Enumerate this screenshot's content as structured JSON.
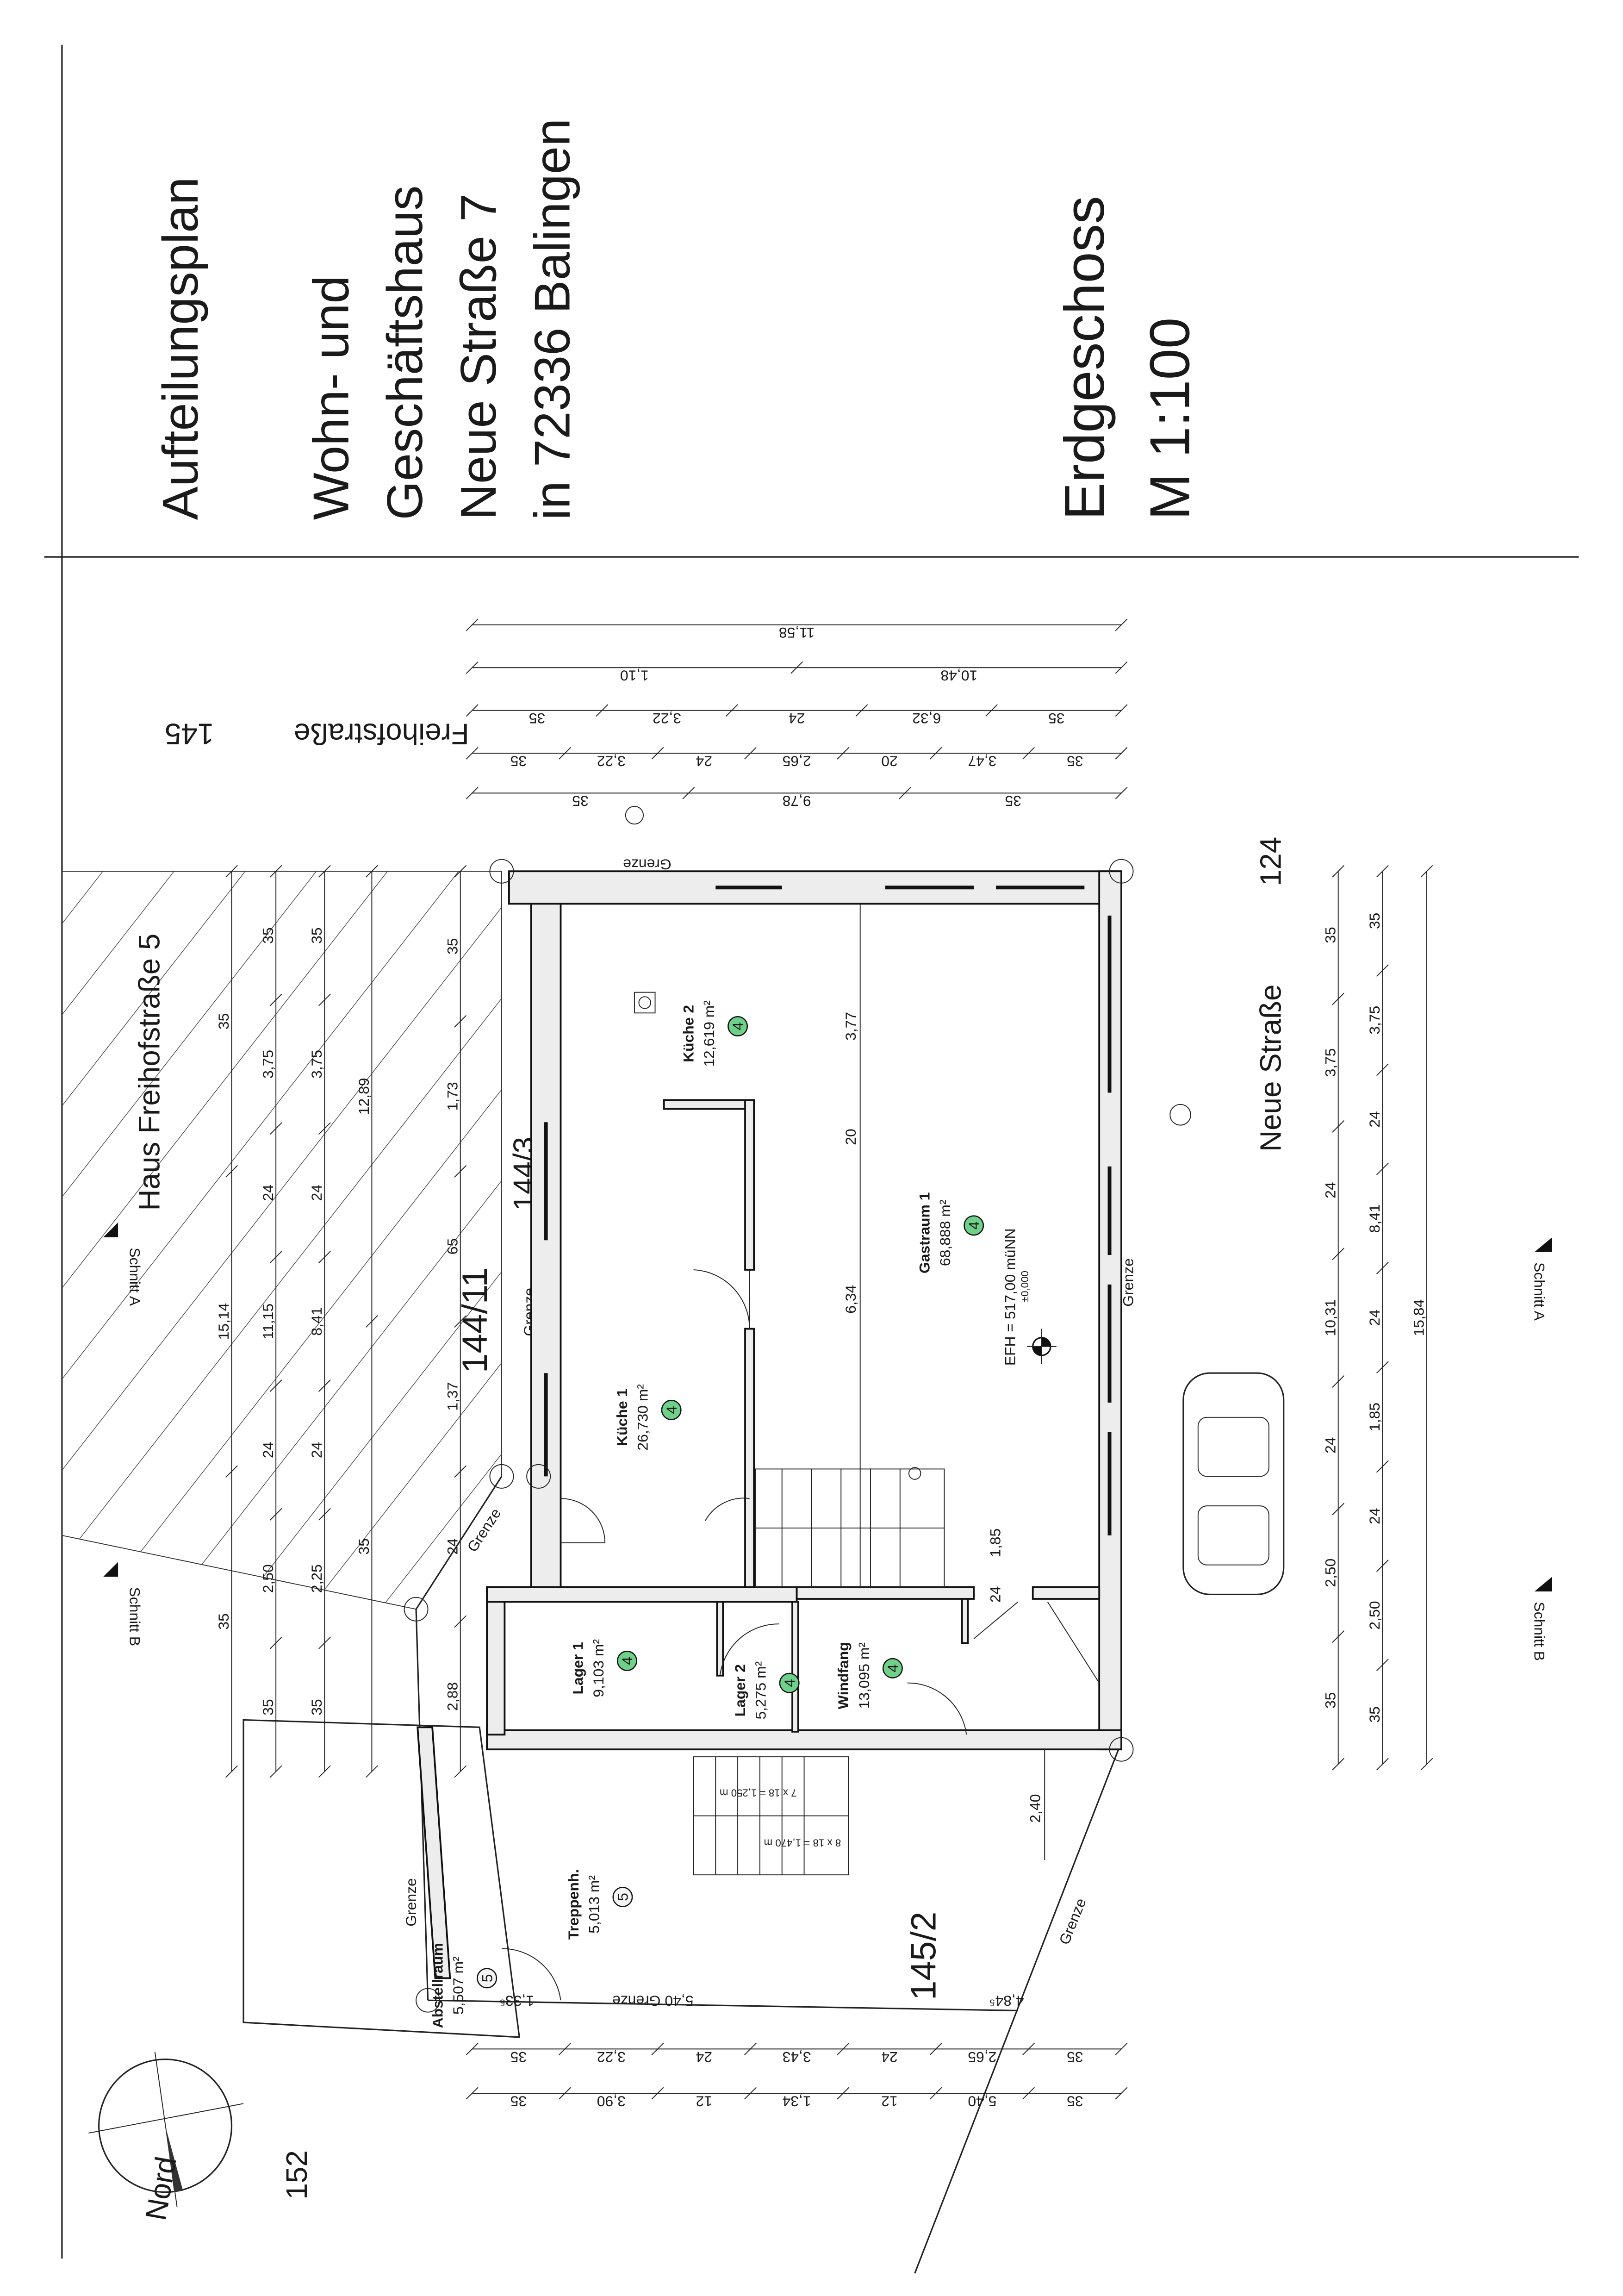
{
  "title": {
    "plan": "Aufteilungsplan",
    "line1": "Wohn- und",
    "line2": "Geschäftshaus",
    "line3": "Neue Straße 7",
    "line4": "in 72336 Balingen",
    "floor": "Erdgeschoss",
    "scale": "M 1:100"
  },
  "labels": {
    "street_top": "Freihofstraße",
    "street_top_no": "145",
    "neighbor_house": "Haus Freihofstraße 5",
    "street_right": "Neue Straße",
    "street_right_no": "124",
    "parcel_a": "144/11",
    "parcel_b": "144/3",
    "parcel_c": "145/2",
    "parcel_d": "152",
    "grenze": "Grenze",
    "north": "Nord",
    "schnitt_a": "Schnitt A",
    "schnitt_b": "Schnitt B",
    "grenze_dim": "5,40 Grenze",
    "dim_133": "1,33⁵",
    "dim_484": "4,84⁵",
    "efh": "EFH = 517,00 müNN",
    "efh_zero": "±0,000",
    "stair_upper": "7 x 18 = 1,250 m",
    "stair_lower": "8 x 18 = 1,470 m"
  },
  "rooms": [
    {
      "name": "Küche 2",
      "area": "12,619 m²",
      "badge": "4"
    },
    {
      "name": "Gastraum 1",
      "area": "68,888 m²",
      "badge": "4"
    },
    {
      "name": "Küche 1",
      "area": "26,730 m²",
      "badge": "4"
    },
    {
      "name": "Lager 1",
      "area": "9,103 m²",
      "badge": "4"
    },
    {
      "name": "Lager 2",
      "area": "5,275 m²",
      "badge": "4"
    },
    {
      "name": "Windfang",
      "area": "13,095 m²",
      "badge": "4"
    },
    {
      "name": "Treppenh.",
      "area": "5,013 m²",
      "badge": "5"
    },
    {
      "name": "Abstellraum",
      "area": "5,507 m²",
      "badge": "5"
    }
  ],
  "colors": {
    "badge_green": "#6fd08a",
    "wall_fill": "#ededed"
  },
  "dimensions": {
    "top": [
      [
        "11,58"
      ],
      [
        "1,10",
        "10,48"
      ],
      [
        "35",
        "3,22",
        "24",
        "6,32",
        "35"
      ],
      [
        "35",
        "3,22",
        "24",
        "2,65",
        "20",
        "3,47",
        "35"
      ],
      [
        "35",
        "9,78",
        "35"
      ]
    ],
    "left": [
      [
        "35",
        "15,14",
        "35"
      ],
      [
        "35",
        "3,75",
        "24",
        "11,15",
        "24",
        "2,50",
        "35"
      ],
      [
        "35",
        "3,75",
        "24",
        "8,41",
        "24",
        "2,25",
        "35"
      ],
      [
        "12,89",
        "35"
      ],
      [
        "35",
        "1,73",
        "65",
        "1,37",
        "24",
        "2,88"
      ]
    ],
    "right": [
      [
        "35",
        "3,75",
        "24",
        "10,31",
        "24",
        "2,50",
        "35"
      ],
      [
        "35",
        "3,75",
        "24",
        "8,41",
        "24",
        "1,85",
        "24",
        "2,50",
        "35"
      ],
      [
        "15,84"
      ]
    ],
    "bottom": [
      [
        "35",
        "3,22",
        "24",
        "3,43",
        "24",
        "2,65",
        "35"
      ],
      [
        "35",
        "3,90",
        "12",
        "1,34",
        "12",
        "5,40",
        "35"
      ]
    ],
    "interior": [
      "3,77",
      "20",
      "6,34",
      "1,85",
      "24",
      "2,40"
    ]
  }
}
